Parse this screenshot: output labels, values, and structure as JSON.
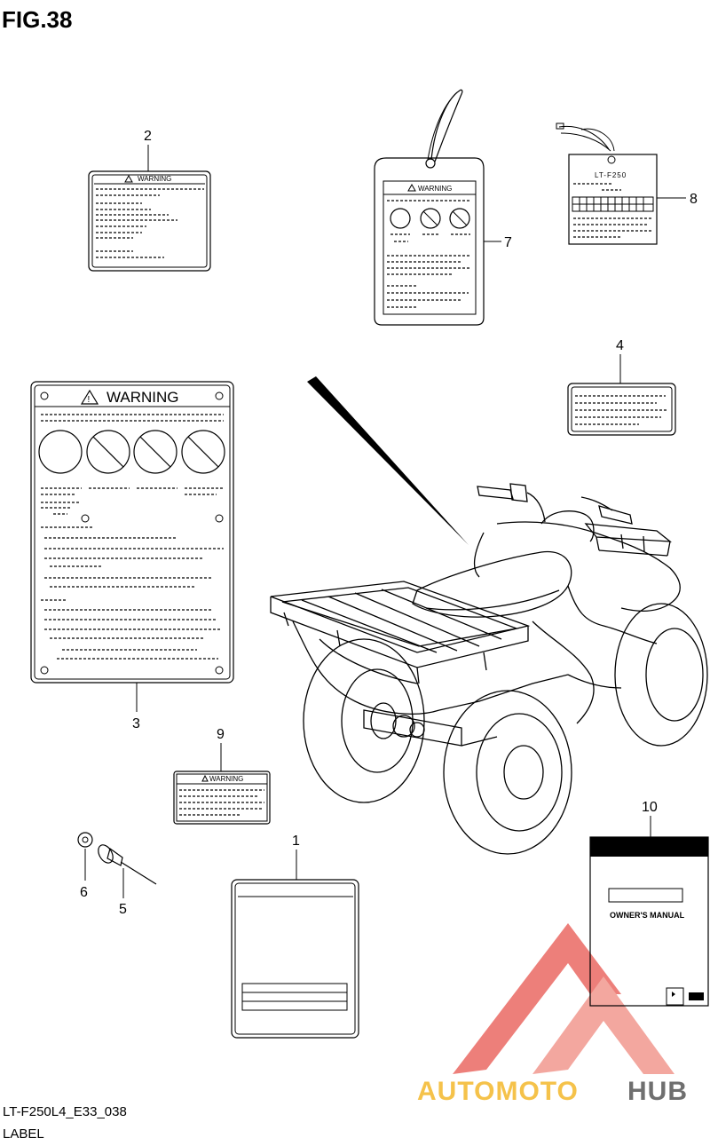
{
  "figure": {
    "title": "FIG.38"
  },
  "footer": {
    "code": "LT-F250L4_E33_038",
    "section": "LABEL"
  },
  "callouts": [
    "1",
    "2",
    "3",
    "4",
    "5",
    "6",
    "7",
    "8",
    "9",
    "10"
  ],
  "labels": {
    "warning_small": "WARNING",
    "warning_large": "WARNING",
    "tag_warning": "WARNING",
    "model_tag": "LT-F250",
    "owners_manual": "OWNER'S MANUAL"
  },
  "watermark": {
    "part_orange": "AUTOMOTO",
    "part_gray": "HUB",
    "colors": {
      "orange": "#f5c24a",
      "red": "#e8554e",
      "gray": "#6f6f6f"
    }
  }
}
